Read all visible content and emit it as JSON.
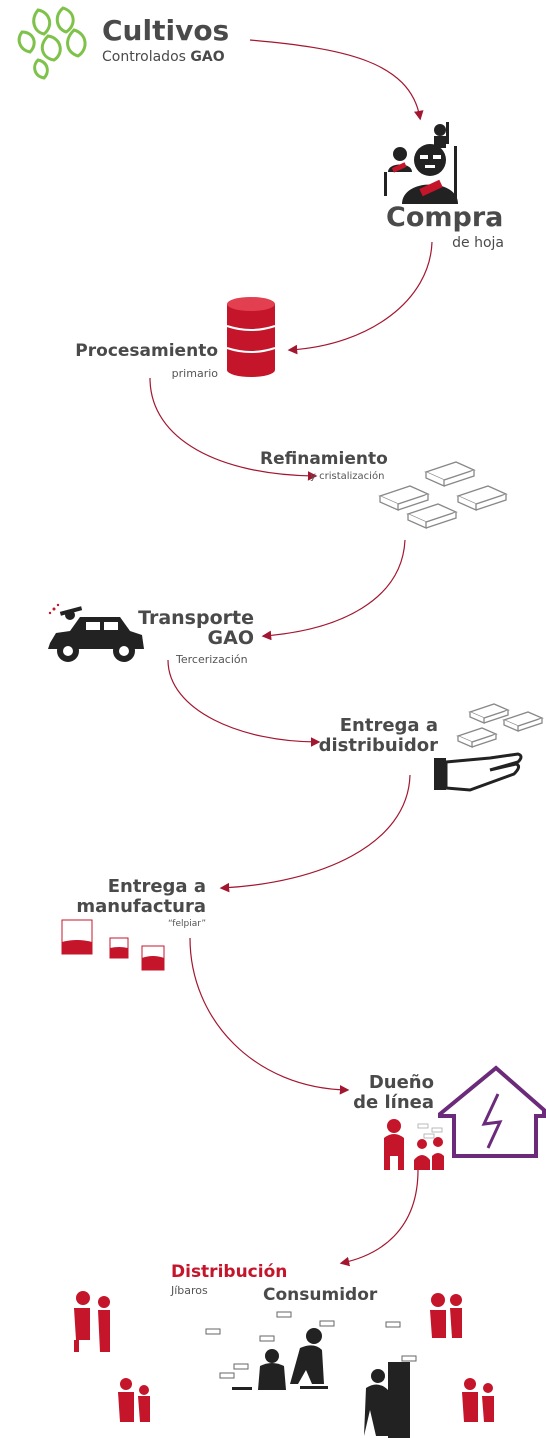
{
  "steps": [
    {
      "title": "Cultivos",
      "sub_prefix": "Controlados ",
      "sub_strong": "GAO",
      "icon": "leaves-icon"
    },
    {
      "title": "Compra",
      "sub": "de hoja",
      "icon": "armed-group-icon"
    },
    {
      "title": "Procesamiento",
      "sub": "primario",
      "icon": "barrel-icon"
    },
    {
      "title": "Refinamiento",
      "sub": "y cristalización",
      "icon": "bricks-icon"
    },
    {
      "title_line1": "Transporte",
      "title_line2": "GAO",
      "sub": "Tercerización",
      "icon": "car-icon"
    },
    {
      "title_line1": "Entrega a",
      "title_line2": "distribuidor",
      "icon": "hand-with-bricks-icon"
    },
    {
      "title_line1": "Entrega a",
      "title_line2": "manufactura",
      "sub": "“felpiar”",
      "icon": "containers-icon"
    },
    {
      "title_line1": "Dueño",
      "title_line2": "de línea",
      "icon": "house-icon"
    },
    {
      "title": "Distribución",
      "sub": "Jíbaros",
      "icon": "dealer-icon"
    },
    {
      "title": "Consumidor",
      "icon": "consumer-icon"
    }
  ],
  "colors": {
    "arrow": "#a3162f",
    "accent_red": "#c4152b",
    "text_gray": "#4a4a4a",
    "leaf_green": "#7ec24a",
    "house_purple": "#6b2a7a",
    "dark": "#222222"
  }
}
